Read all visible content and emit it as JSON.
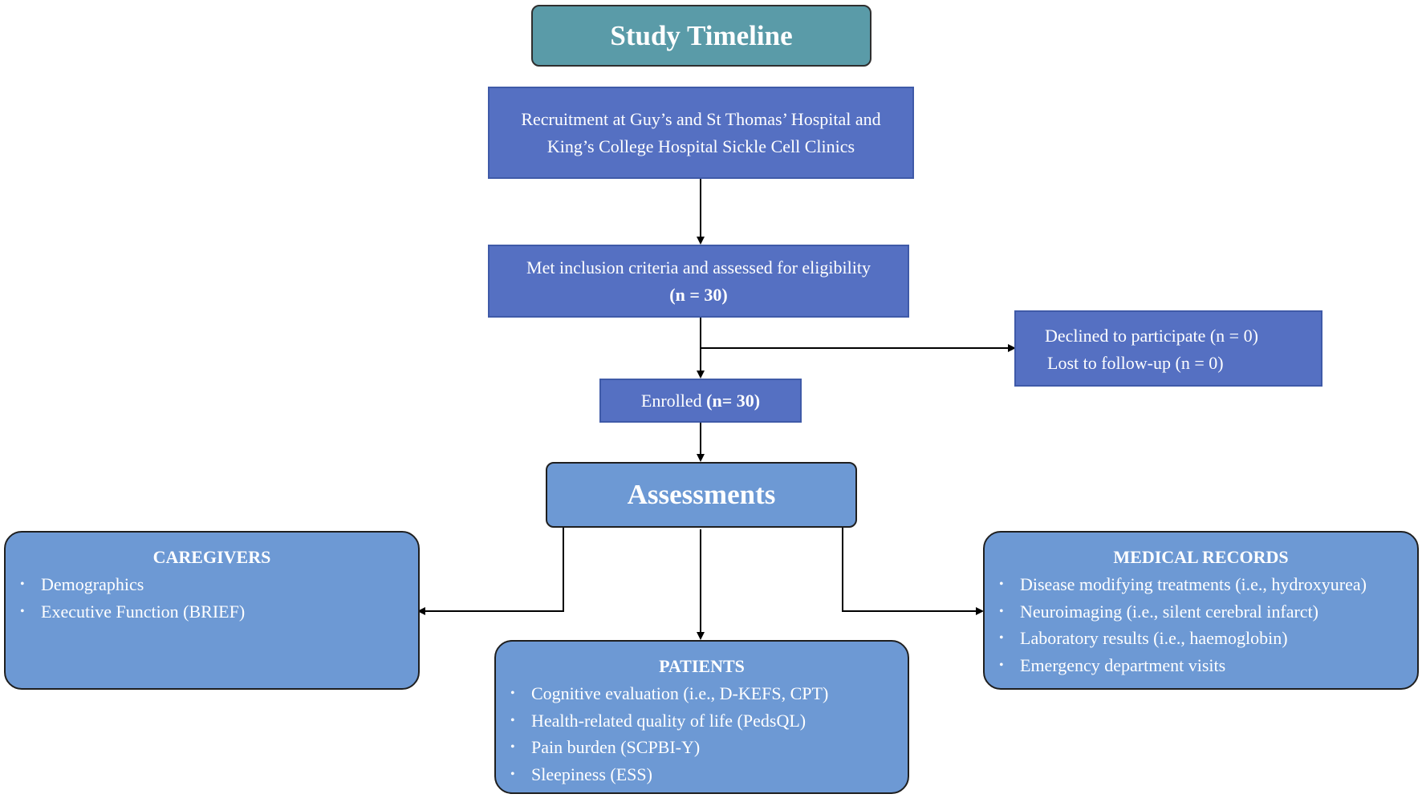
{
  "header": {
    "title": "Study Timeline"
  },
  "recruitment": {
    "line1": "Recruitment at Guy’s and St Thomas’ Hospital and",
    "line2": "King’s College Hospital Sickle Cell Clinics"
  },
  "eligibility": {
    "text": "Met inclusion criteria and assessed for eligibility",
    "count": "(n = 30)"
  },
  "excluded": {
    "declined": "Declined to participate (n = 0)",
    "lost": "Lost to follow-up (n = 0)"
  },
  "enrolled": {
    "label": "Enrolled ",
    "count": "(n= 30)"
  },
  "assessments": {
    "title": "Assessments"
  },
  "caregivers": {
    "title": "CAREGIVERS",
    "items": [
      "Demographics",
      "Executive Function (BRIEF)"
    ]
  },
  "patients": {
    "title": "PATIENTS",
    "items": [
      "Cognitive evaluation (i.e., D-KEFS, CPT)",
      "Health-related quality of life (PedsQL)",
      "Pain burden (SCPBI-Y)",
      "Sleepiness (ESS)"
    ]
  },
  "medical_records": {
    "title": "MEDICAL RECORDS",
    "items": [
      "Disease modifying treatments (i.e., hydroxyurea)",
      "Neuroimaging (i.e., silent cerebral infarct)",
      "Laboratory results (i.e., haemoglobin)",
      "Emergency department visits"
    ]
  },
  "colors": {
    "title_fill": "#5a9ba8",
    "process_fill": "#5570c2",
    "panel_fill": "#6d99d4",
    "line": "#000000"
  }
}
